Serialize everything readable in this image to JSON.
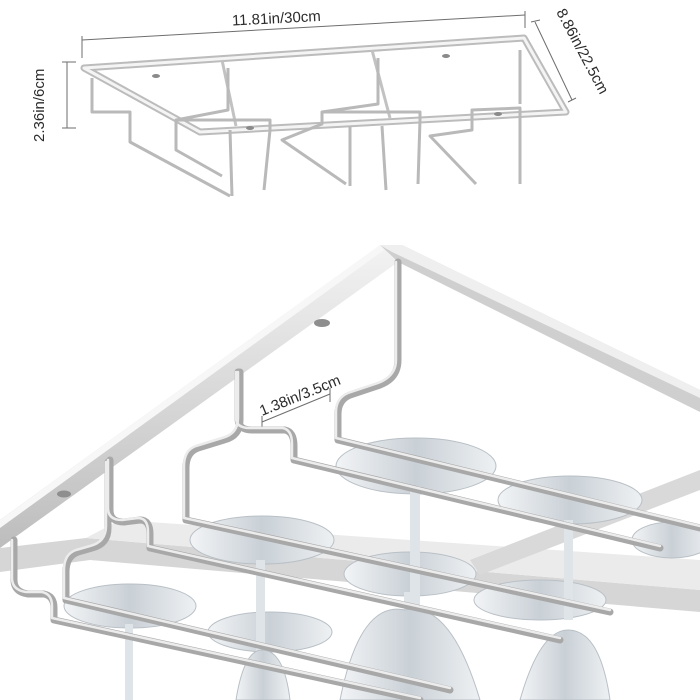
{
  "dimensions": {
    "width_label": "11.81in/30cm",
    "depth_label": "8.86in/22.5cm",
    "height_label": "2.36in/6cm",
    "rail_spacing_label": "1.38in/3.5cm"
  },
  "colors": {
    "background": "#ffffff",
    "metal_light": "#e9e9e9",
    "metal_mid": "#c9c9c9",
    "metal_dark": "#9a9a9a",
    "dimension_line": "#6e6e6e",
    "glass": "#d9dfe3"
  }
}
